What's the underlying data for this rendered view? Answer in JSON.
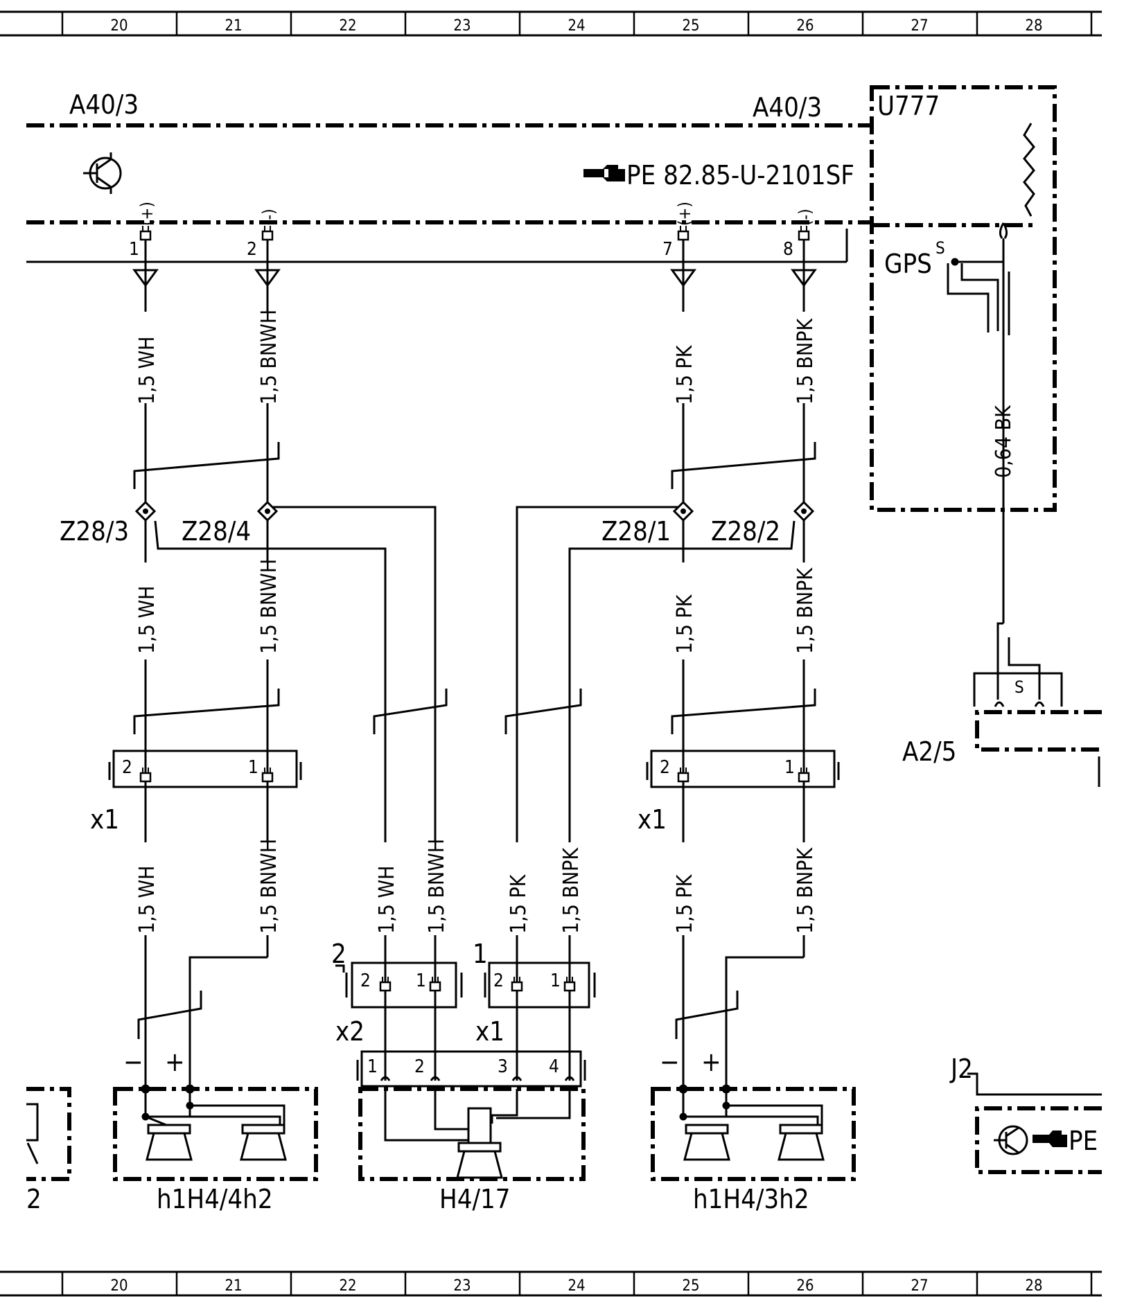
{
  "grid": {
    "columns": [
      "20",
      "21",
      "22",
      "23",
      "24",
      "25",
      "26",
      "27",
      "28"
    ]
  },
  "modules": {
    "a40_left": "A40/3",
    "a40_right": "A40/3",
    "u777": "U777",
    "gps": "GPS",
    "s_top": "S",
    "s_bottom": "S",
    "ref": "PE 82.85-U-2101SF",
    "ref2": "PE",
    "a2_5": "A2/5",
    "j2": "J2"
  },
  "pins_top": [
    {
      "num": "1",
      "sign": "(+)"
    },
    {
      "num": "2",
      "sign": "(-)"
    },
    {
      "num": "7",
      "sign": "(+)"
    },
    {
      "num": "8",
      "sign": "(-)"
    }
  ],
  "wires": {
    "wh": "1,5 WH",
    "bnwh": "1,5 BNWH",
    "pk": "1,5 PK",
    "bnpk": "1,5 BNPK",
    "bk": "0,64 BK"
  },
  "splices": [
    "Z28/3",
    "Z28/4",
    "Z28/1",
    "Z28/2"
  ],
  "connectors": {
    "x1": "x1",
    "x2": "x2",
    "pin1": "1",
    "pin2": "2",
    "pin3": "3",
    "pin4": "4",
    "group2": "2",
    "group1": "1",
    "minus": "−",
    "plus": "+"
  },
  "speakers": {
    "left": "h1H4/4h2",
    "center": "H4/17",
    "right": "h1H4/3h2",
    "partial": "2"
  },
  "colors": {
    "line": "#000000",
    "background": "#ffffff"
  }
}
